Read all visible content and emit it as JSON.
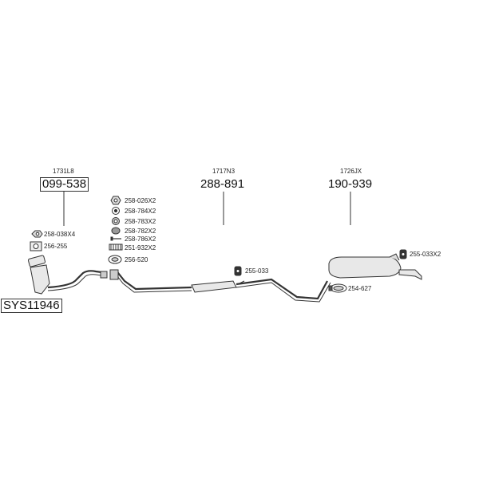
{
  "system": {
    "code": "SYS11946"
  },
  "sections": [
    {
      "ref": "1731L8",
      "part": "099-538"
    },
    {
      "ref": "1717N3",
      "part": "288-891"
    },
    {
      "ref": "1726JX",
      "part": "190-939"
    }
  ],
  "parts": {
    "p258_038": "258-038X4",
    "p256_255": "256-255",
    "p258_026": "258-026X2",
    "p258_784": "258-784X2",
    "p258_783": "258-783X2",
    "p258_782": "258-782X2",
    "p258_786": "258-786X2",
    "p251_932": "251-932X2",
    "p256_520": "256-520",
    "p255_033": "255-033",
    "p255_033x2": "255-033X2",
    "p254_627": "254-627"
  },
  "colors": {
    "line": "#333333",
    "fill": "#e8e8e8",
    "dark": "#555555"
  }
}
